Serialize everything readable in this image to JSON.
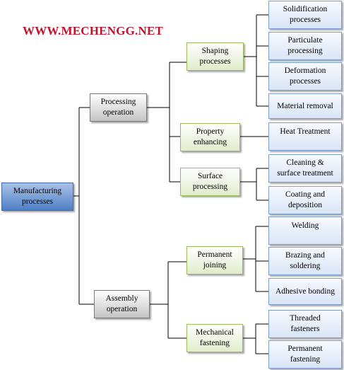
{
  "watermark": "WWW.MECHENGG.NET",
  "colors": {
    "watermark": "#c0142b",
    "root_fill": "#4f7fc6",
    "operation_fill": "#c4c4c4",
    "category_border": "#9bbb59",
    "leaf_fill": "#d9e5f6"
  },
  "root": {
    "line1": "Manufacturing",
    "line2": "processes"
  },
  "operations": {
    "processing": {
      "line1": "Processing",
      "line2": "operation"
    },
    "assembly": {
      "line1": "Assembly",
      "line2": "operation"
    }
  },
  "categories": {
    "shaping": {
      "line1": "Shaping",
      "line2": "processes"
    },
    "property": {
      "line1": "Property",
      "line2": "enhancing"
    },
    "surface": {
      "line1": "Surface",
      "line2": "processing"
    },
    "permanent": {
      "line1": "Permanent",
      "line2": "joining"
    },
    "mechanical": {
      "line1": "Mechanical",
      "line2": "fastening"
    }
  },
  "leaves": {
    "solidification": {
      "line1": "Solidification",
      "line2": "processes"
    },
    "particulate": {
      "line1": "Particulate",
      "line2": "processing"
    },
    "deformation": {
      "line1": "Deformation",
      "line2": "processes"
    },
    "material_removal": {
      "line1": "Material removal"
    },
    "heat_treatment": {
      "line1": "Heat Treatment"
    },
    "cleaning": {
      "line1": "Cleaning &",
      "line2": "surface treatment"
    },
    "coating": {
      "line1": "Coating and",
      "line2": "deposition"
    },
    "welding": {
      "line1": "Welding"
    },
    "brazing": {
      "line1": "Brazing and",
      "line2": "soldering"
    },
    "adhesive": {
      "line1": "Adhesive bonding"
    },
    "threaded": {
      "line1": "Threaded",
      "line2": "fasteners"
    },
    "permanent_fastening": {
      "line1": "Permanent",
      "line2": "fastening"
    }
  }
}
